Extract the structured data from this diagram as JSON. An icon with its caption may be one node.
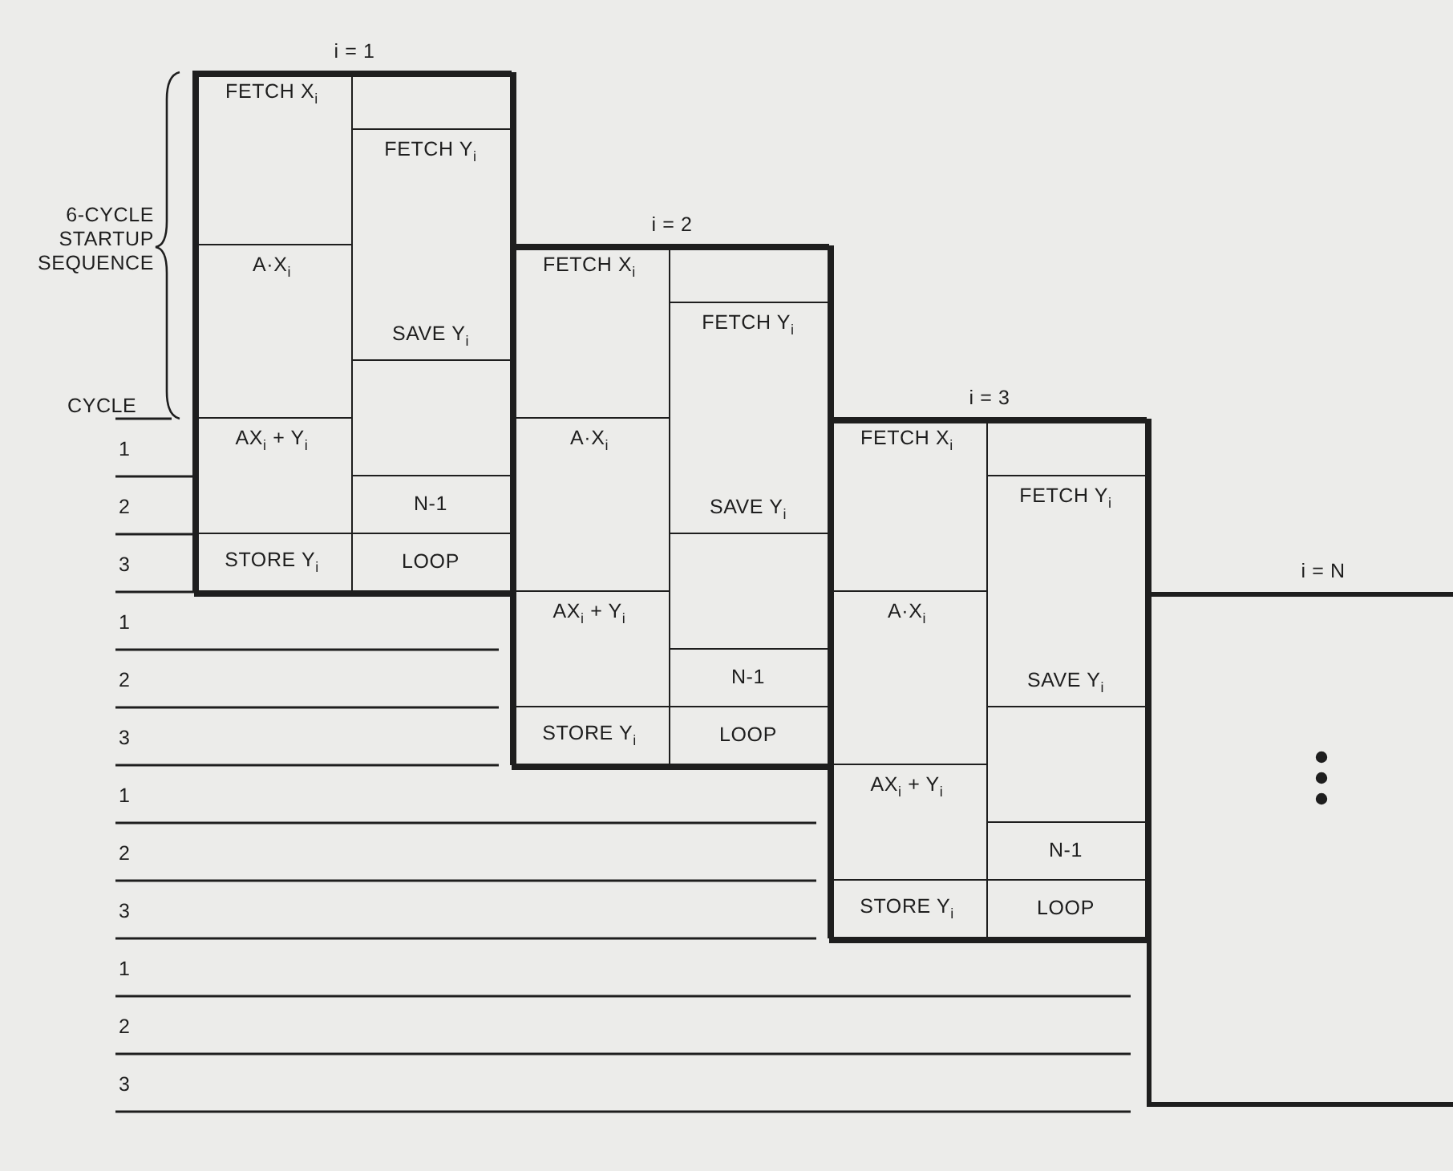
{
  "diagram": {
    "nodes": [
      {
        "text": [],
        "shape": "box",
        "beside": [
          "i = 1"
        ]
      },
      {
        "text": [
          "FETCH X$_{i}$"
        ],
        "in": 0
      },
      {
        "text": [],
        "shape": "box",
        "in": 0
      },
      {
        "text": [
          "FETCH Y$_{i}$",
          "SAVE Y$_{i}$"
        ],
        "in": 0
      },
      {
        "text": [
          "A·X$_{i}$"
        ],
        "in": 0
      },
      {
        "text": [],
        "shape": "box",
        "in": 0
      },
      {
        "text": [
          "AX$_{i}$ + Y$_{i}$"
        ],
        "in": 0
      },
      {
        "text": [
          "N-1"
        ],
        "in": 0
      },
      {
        "text": [
          "STORE Y$_{i}$"
        ],
        "in": 0
      },
      {
        "text": [
          "LOOP"
        ],
        "in": 0
      },
      {
        "text": [],
        "shape": "box",
        "beside": [
          "i = 2"
        ]
      },
      {
        "text": [
          "FETCH X$_{i}$"
        ],
        "in": 10
      },
      {
        "text": [],
        "shape": "box",
        "in": 10
      },
      {
        "text": [
          "FETCH Y$_{i}$",
          "SAVE Y$_{i}$"
        ],
        "in": 10
      },
      {
        "text": [
          "A·X$_{i}$"
        ],
        "in": 10
      },
      {
        "text": [],
        "shape": "box",
        "in": 10
      },
      {
        "text": [
          "AX$_{i}$ + Y$_{i}$"
        ],
        "in": 10
      },
      {
        "text": [
          "N-1"
        ],
        "in": 10
      },
      {
        "text": [
          "STORE Y$_{i}$"
        ],
        "in": 10
      },
      {
        "text": [
          "LOOP"
        ],
        "in": 10
      },
      {
        "text": [],
        "shape": "box",
        "beside": [
          "i = 3"
        ]
      },
      {
        "text": [
          "FETCH X$_{i}$"
        ],
        "in": 20
      },
      {
        "text": [],
        "shape": "box",
        "in": 20
      },
      {
        "text": [
          "FETCH Y$_{i}$",
          "SAVE Y$_{i}$"
        ],
        "in": 20
      },
      {
        "text": [
          "A·X$_{i}$"
        ],
        "in": 20
      },
      {
        "text": [],
        "shape": "box",
        "in": 20
      },
      {
        "text": [
          "AX$_{i}$ + Y$_{i}$"
        ],
        "in": 20
      },
      {
        "text": [
          "N-1"
        ],
        "in": 20
      },
      {
        "text": [
          "STORE Y$_{i}$"
        ],
        "in": 20
      },
      {
        "text": [
          "LOOP"
        ],
        "in": 20
      },
      {
        "text": [],
        "shape": "box",
        "beside": [
          "i = N"
        ]
      }
    ],
    "labels": [
      "6-CYCLE STARTUP SEQUENCE",
      "CYCLE",
      "1",
      "2",
      "3",
      "1",
      "2",
      "3",
      "1",
      "2",
      "3",
      "1",
      "2",
      "3"
    ]
  }
}
